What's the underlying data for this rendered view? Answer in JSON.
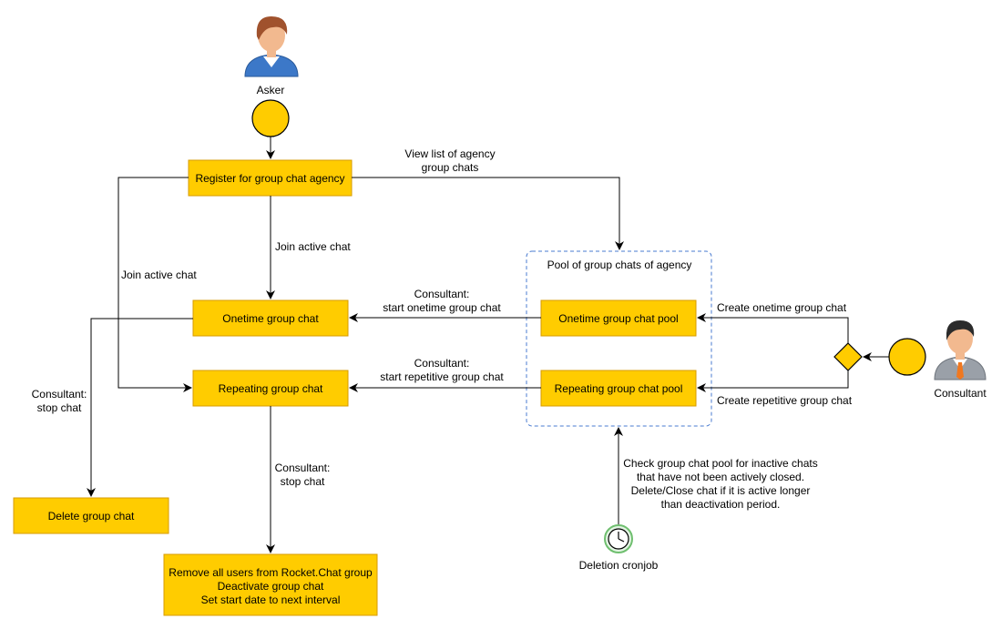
{
  "actors": {
    "asker": {
      "label": "Asker"
    },
    "consultant": {
      "label": "Consultant"
    },
    "cronjob": {
      "label": "Deletion cronjob"
    }
  },
  "nodes": {
    "register": {
      "label": "Register for group chat agency"
    },
    "onetime_chat": {
      "label": "Onetime group chat"
    },
    "repeating_chat": {
      "label": "Repeating group chat"
    },
    "delete_chat": {
      "label": "Delete group chat"
    },
    "remove_users": {
      "lines": [
        "Remove all users from Rocket.Chat group",
        "Deactivate group chat",
        "Set start date to next interval"
      ]
    },
    "onetime_pool": {
      "label": "Onetime group chat pool"
    },
    "repeating_pool": {
      "label": "Repeating group chat pool"
    }
  },
  "pool_group": {
    "title": "Pool of group chats of agency"
  },
  "edge_labels": {
    "view_list": [
      "View list of agency",
      "group chats"
    ],
    "join_active_center": "Join active chat",
    "join_active_left": "Join active chat",
    "start_onetime": [
      "Consultant:",
      "start onetime group chat"
    ],
    "start_repetitive": [
      "Consultant:",
      "start repetitive group chat"
    ],
    "stop_left": [
      "Consultant:",
      "stop chat"
    ],
    "stop_center": [
      "Consultant:",
      "stop chat"
    ],
    "create_onetime": "Create onetime group chat",
    "create_repetitive": "Create repetitive group chat",
    "cronjob_note": [
      "Check group chat pool for inactive chats",
      "that have not been actively closed.",
      "Delete/Close chat if it is active longer",
      "than deactivation period."
    ]
  },
  "colors": {
    "box_fill": "#FFCC00",
    "box_stroke": "#D79B00",
    "pool_border": "#4A7BD0",
    "skin": "#F2B98F",
    "hair": "#A0522D",
    "shirt_blue": "#3C78C8",
    "suit_grey": "#9AA0A8",
    "tie_orange": "#F07820",
    "clock_green": "#6FBF6F"
  }
}
